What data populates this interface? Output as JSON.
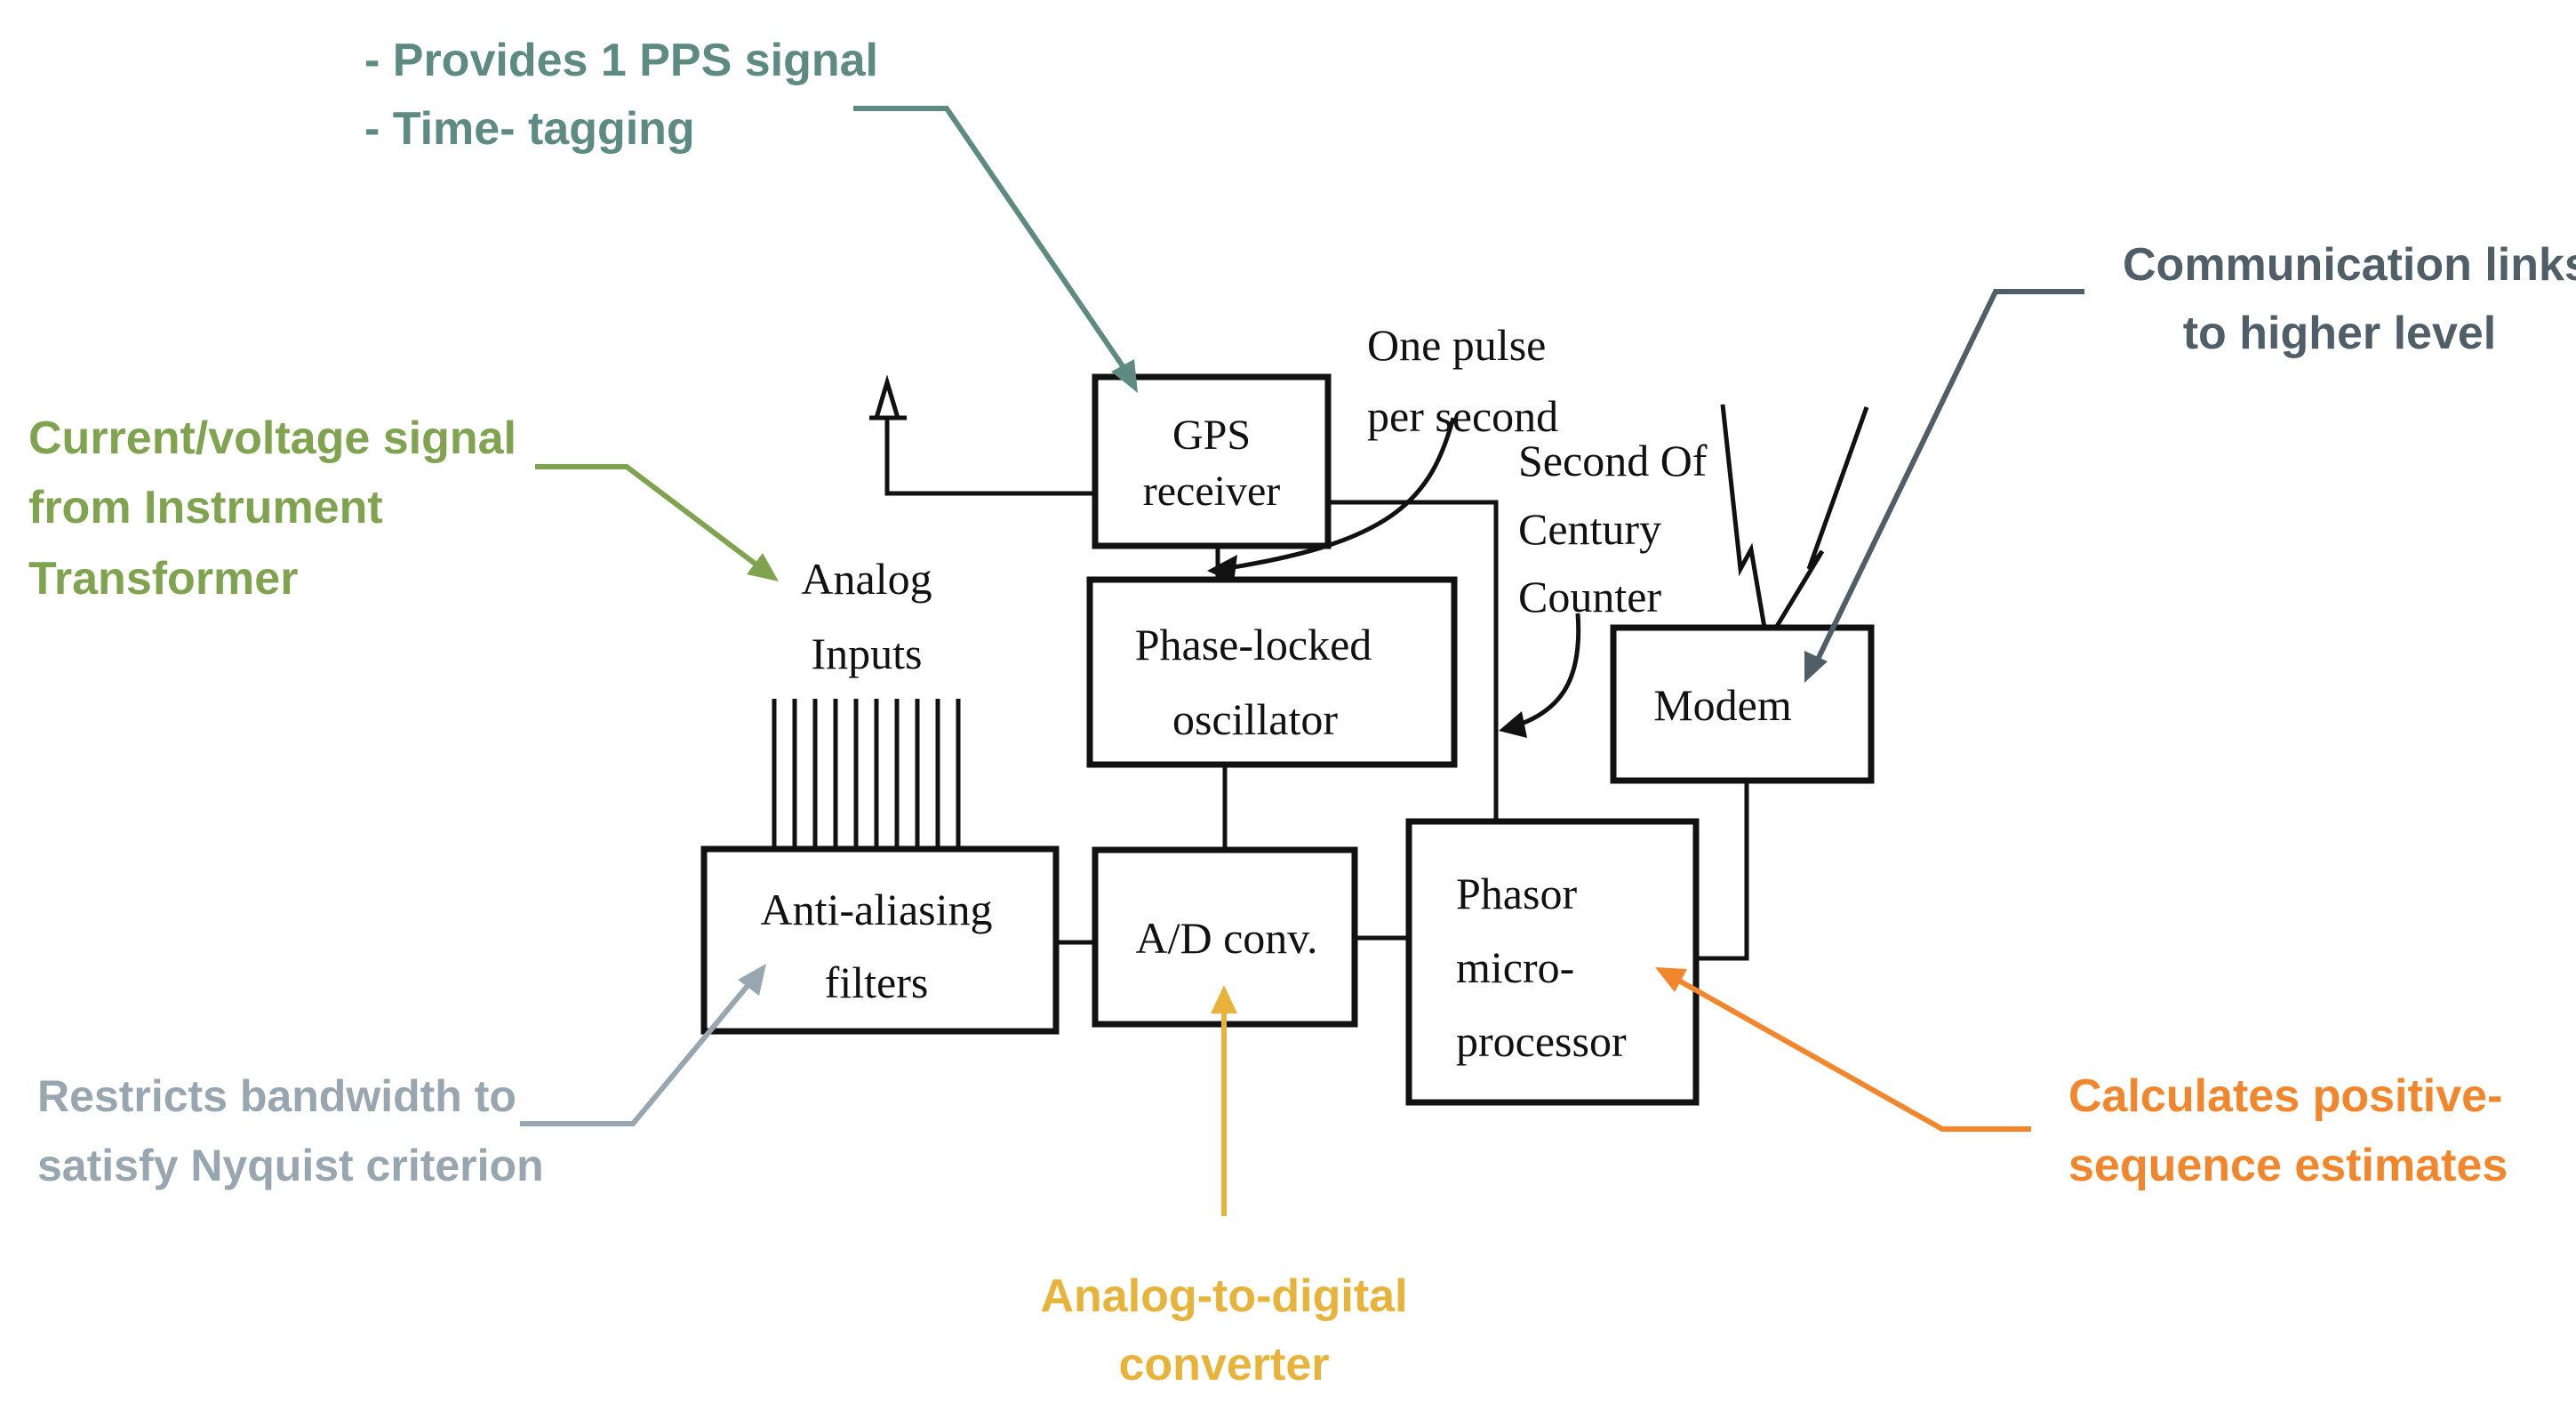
{
  "colors": {
    "teal": "#5d8b82",
    "green": "#7fa34e",
    "slate": "#505e68",
    "gray": "#98a6b0",
    "gold": "#e8b33a",
    "orange": "#f2862c",
    "line": "#111111"
  },
  "blocks": {
    "gps_line1": "GPS",
    "gps_line2": "receiver",
    "plo_line1": "Phase-locked",
    "plo_line2": "oscillator",
    "aaf_line1": "Anti-aliasing",
    "aaf_line2": "filters",
    "adc": "A/D conv.",
    "proc_line1": "Phasor",
    "proc_line2": "micro-",
    "proc_line3": "processor",
    "modem": "Modem"
  },
  "signal_labels": {
    "pulse_line1": "One pulse",
    "pulse_line2": "per second",
    "soc_line1": "Second Of",
    "soc_line2": "Century",
    "soc_line3": "Counter",
    "analog_line1": "Analog",
    "analog_line2": "Inputs"
  },
  "annotations": {
    "gps_note_line1": "- Provides 1 PPS signal",
    "gps_note_line2": "- Time- tagging",
    "comm_line1": "Communication links",
    "comm_line2": "to higher level",
    "input_line1": "Current/voltage signal",
    "input_line2": "from Instrument",
    "input_line3": "Transformer",
    "filter_line1": "Restricts bandwidth to",
    "filter_line2": "satisfy Nyquist criterion",
    "adc_line1": "Analog-to-digital",
    "adc_line2": "converter",
    "proc_note_line1": "Calculates positive-",
    "proc_note_line2": "sequence estimates"
  }
}
